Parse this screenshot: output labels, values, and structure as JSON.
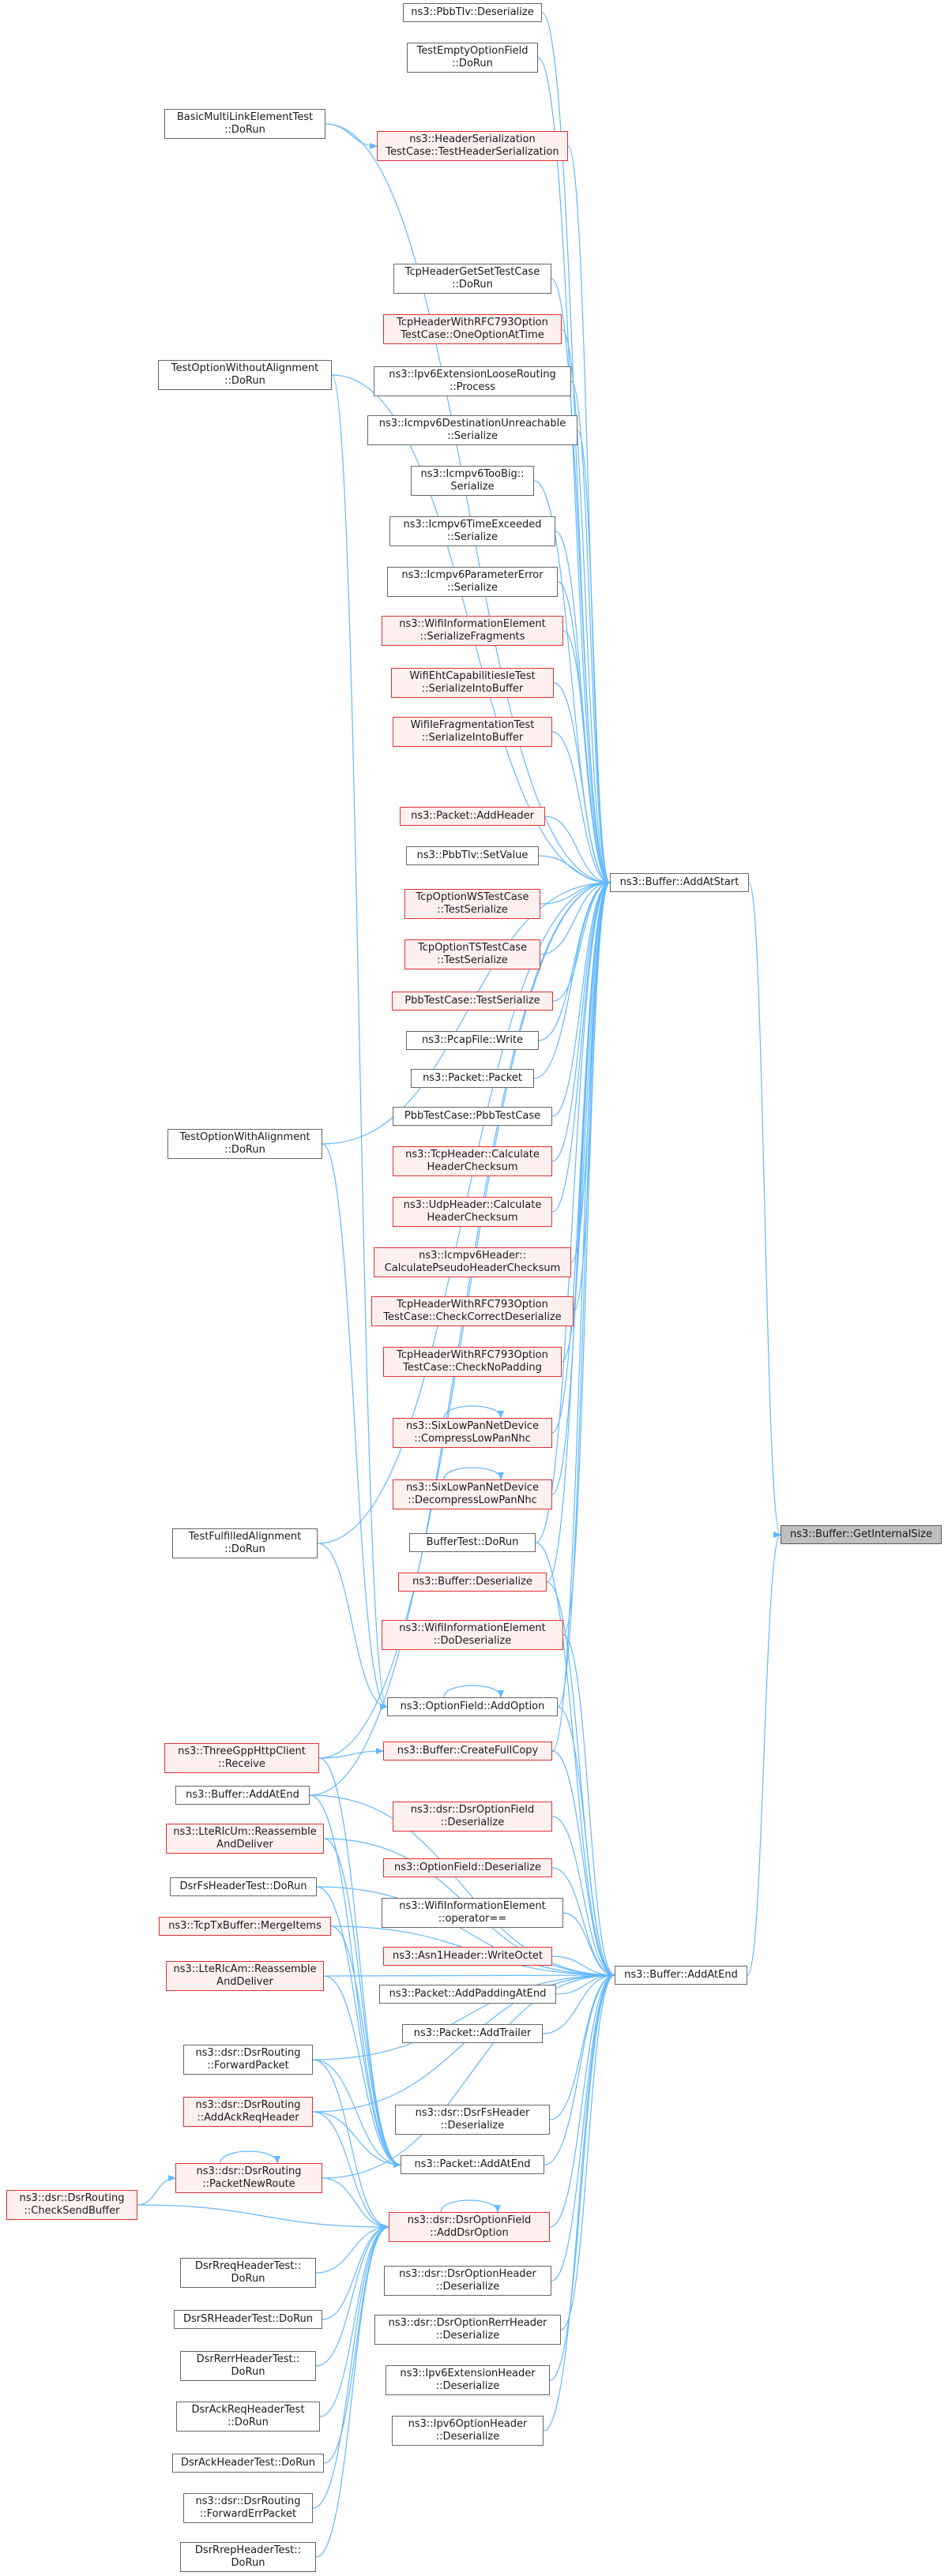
{
  "graph": {
    "edge_color": "#63b8ff",
    "target": {
      "lines": [
        "ns3::Buffer::GetInternalSize"
      ]
    },
    "hubs": {
      "add_at_start": {
        "lines": [
          "ns3::Buffer::AddAtStart"
        ]
      },
      "add_at_end": {
        "lines": [
          "ns3::Buffer::AddAtEnd"
        ]
      }
    },
    "nodes": [
      {
        "id": "pbbtlv-deserialize",
        "lines": [
          "ns3::PbbTlv::Deserialize"
        ],
        "red": false
      },
      {
        "id": "test-empty-option-field",
        "lines": [
          "TestEmptyOptionField",
          "::DoRun"
        ],
        "red": false
      },
      {
        "id": "basic-multilink-element-test",
        "lines": [
          "BasicMultiLinkElementTest",
          "::DoRun"
        ],
        "red": false
      },
      {
        "id": "header-serialization-testcase",
        "lines": [
          "ns3::HeaderSerialization",
          "TestCase::TestHeaderSerialization"
        ],
        "red": true
      },
      {
        "id": "tcp-header-get-set-testcase",
        "lines": [
          "TcpHeaderGetSetTestCase",
          "::DoRun"
        ],
        "red": false
      },
      {
        "id": "tcp-rfc793-one-option",
        "lines": [
          "TcpHeaderWithRFC793Option",
          "TestCase::OneOptionAtTime"
        ],
        "red": true
      },
      {
        "id": "test-option-without-alignment",
        "lines": [
          "TestOptionWithoutAlignment",
          "::DoRun"
        ],
        "red": false
      },
      {
        "id": "ipv6-ext-loose-routing",
        "lines": [
          "ns3::Ipv6ExtensionLooseRouting",
          "::Process"
        ],
        "red": false
      },
      {
        "id": "icmpv6-dest-unreachable",
        "lines": [
          "ns3::Icmpv6DestinationUnreachable",
          "::Serialize"
        ],
        "red": false
      },
      {
        "id": "icmpv6-too-big",
        "lines": [
          "ns3::Icmpv6TooBig::",
          "Serialize"
        ],
        "red": false
      },
      {
        "id": "icmpv6-time-exceeded",
        "lines": [
          "ns3::Icmpv6TimeExceeded",
          "::Serialize"
        ],
        "red": false
      },
      {
        "id": "icmpv6-parameter-error",
        "lines": [
          "ns3::Icmpv6ParameterError",
          "::Serialize"
        ],
        "red": false
      },
      {
        "id": "wifi-info-serialize-fragments",
        "lines": [
          "ns3::WifiInformationElement",
          "::SerializeFragments"
        ],
        "red": true
      },
      {
        "id": "wifi-eht-capabilities-test",
        "lines": [
          "WifiEhtCapabilitiesIeTest",
          "::SerializeIntoBuffer"
        ],
        "red": true
      },
      {
        "id": "wifi-ie-fragmentation-test",
        "lines": [
          "WifiIeFragmentationTest",
          "::SerializeIntoBuffer"
        ],
        "red": true
      },
      {
        "id": "packet-add-header",
        "lines": [
          "ns3::Packet::AddHeader"
        ],
        "red": true
      },
      {
        "id": "pbbtlv-set-value",
        "lines": [
          "ns3::PbbTlv::SetValue"
        ],
        "red": false
      },
      {
        "id": "tcp-option-ws-testcase",
        "lines": [
          "TcpOptionWSTestCase",
          "::TestSerialize"
        ],
        "red": true
      },
      {
        "id": "tcp-option-ts-testcase",
        "lines": [
          "TcpOptionTSTestCase",
          "::TestSerialize"
        ],
        "red": true
      },
      {
        "id": "pbb-testcase-test-serialize",
        "lines": [
          "PbbTestCase::TestSerialize"
        ],
        "red": true
      },
      {
        "id": "pcap-file-write",
        "lines": [
          "ns3::PcapFile::Write"
        ],
        "red": false
      },
      {
        "id": "packet-packet",
        "lines": [
          "ns3::Packet::Packet"
        ],
        "red": false
      },
      {
        "id": "pbb-testcase-ctor",
        "lines": [
          "PbbTestCase::PbbTestCase"
        ],
        "red": false
      },
      {
        "id": "test-option-with-alignment",
        "lines": [
          "TestOptionWithAlignment",
          "::DoRun"
        ],
        "red": false
      },
      {
        "id": "tcp-header-calc-checksum",
        "lines": [
          "ns3::TcpHeader::Calculate",
          "HeaderChecksum"
        ],
        "red": true
      },
      {
        "id": "udp-header-calc-checksum",
        "lines": [
          "ns3::UdpHeader::Calculate",
          "HeaderChecksum"
        ],
        "red": true
      },
      {
        "id": "icmpv6-header-calc-pseudo",
        "lines": [
          "ns3::Icmpv6Header::",
          "CalculatePseudoHeaderChecksum"
        ],
        "red": true
      },
      {
        "id": "tcp-rfc793-check-correct",
        "lines": [
          "TcpHeaderWithRFC793Option",
          "TestCase::CheckCorrectDeserialize"
        ],
        "red": true
      },
      {
        "id": "tcp-rfc793-check-nopadding",
        "lines": [
          "TcpHeaderWithRFC793Option",
          "TestCase::CheckNoPadding"
        ],
        "red": true
      },
      {
        "id": "sixlowpan-compress",
        "lines": [
          "ns3::SixLowPanNetDevice",
          "::CompressLowPanNhc"
        ],
        "red": true
      },
      {
        "id": "sixlowpan-decompress",
        "lines": [
          "ns3::SixLowPanNetDevice",
          "::DecompressLowPanNhc"
        ],
        "red": true
      },
      {
        "id": "test-fulfilled-alignment",
        "lines": [
          "TestFulfilledAlignment",
          "::DoRun"
        ],
        "red": false
      },
      {
        "id": "buffer-test-dorun",
        "lines": [
          "BufferTest::DoRun"
        ],
        "red": false
      },
      {
        "id": "buffer-deserialize",
        "lines": [
          "ns3::Buffer::Deserialize"
        ],
        "red": true
      },
      {
        "id": "wifi-info-do-deserialize",
        "lines": [
          "ns3::WifiInformationElement",
          "::DoDeserialize"
        ],
        "red": true
      },
      {
        "id": "option-field-add-option",
        "lines": [
          "ns3::OptionField::AddOption"
        ],
        "red": false
      },
      {
        "id": "three-gpp-http-client-receive",
        "lines": [
          "ns3::ThreeGppHttpClient",
          "::Receive"
        ],
        "red": true
      },
      {
        "id": "buffer-create-full-copy",
        "lines": [
          "ns3::Buffer::CreateFullCopy"
        ],
        "red": true
      },
      {
        "id": "buffer-add-at-end-small",
        "lines": [
          "ns3::Buffer::AddAtEnd"
        ],
        "red": false
      },
      {
        "id": "dsr-option-field-deserialize",
        "lines": [
          "ns3::dsr::DsrOptionField",
          "::Deserialize"
        ],
        "red": true
      },
      {
        "id": "lte-rlc-um-reassemble",
        "lines": [
          "ns3::LteRlcUm::Reassemble",
          "AndDeliver"
        ],
        "red": true
      },
      {
        "id": "option-field-deserialize",
        "lines": [
          "ns3::OptionField::Deserialize"
        ],
        "red": true
      },
      {
        "id": "dsr-fs-header-test",
        "lines": [
          "DsrFsHeaderTest::DoRun"
        ],
        "red": false
      },
      {
        "id": "wifi-info-operator-eq",
        "lines": [
          "ns3::WifiInformationElement",
          "::operator=="
        ],
        "red": false
      },
      {
        "id": "tcp-tx-buffer-merge",
        "lines": [
          "ns3::TcpTxBuffer::MergeItems"
        ],
        "red": true
      },
      {
        "id": "asn1-header-write-octet",
        "lines": [
          "ns3::Asn1Header::WriteOctet"
        ],
        "red": true
      },
      {
        "id": "lte-rlc-am-reassemble",
        "lines": [
          "ns3::LteRlcAm::Reassemble",
          "AndDeliver"
        ],
        "red": true
      },
      {
        "id": "packet-add-padding-at-end",
        "lines": [
          "ns3::Packet::AddPaddingAtEnd"
        ],
        "red": false
      },
      {
        "id": "packet-add-trailer",
        "lines": [
          "ns3::Packet::AddTrailer"
        ],
        "red": false
      },
      {
        "id": "dsr-routing-forward-packet",
        "lines": [
          "ns3::dsr::DsrRouting",
          "::ForwardPacket"
        ],
        "red": false
      },
      {
        "id": "dsr-routing-add-ack-req",
        "lines": [
          "ns3::dsr::DsrRouting",
          "::AddAckReqHeader"
        ],
        "red": true
      },
      {
        "id": "dsr-fs-header-deserialize",
        "lines": [
          "ns3::dsr::DsrFsHeader",
          "::Deserialize"
        ],
        "red": false
      },
      {
        "id": "packet-add-at-end",
        "lines": [
          "ns3::Packet::AddAtEnd"
        ],
        "red": false
      },
      {
        "id": "dsr-routing-packet-new-route",
        "lines": [
          "ns3::dsr::DsrRouting",
          "::PacketNewRoute"
        ],
        "red": true
      },
      {
        "id": "dsr-routing-check-send-buffer",
        "lines": [
          "ns3::dsr::DsrRouting",
          "::CheckSendBuffer"
        ],
        "red": true
      },
      {
        "id": "dsr-option-field-add-dsr-option",
        "lines": [
          "ns3::dsr::DsrOptionField",
          "::AddDsrOption"
        ],
        "red": true
      },
      {
        "id": "dsr-rreq-header-test",
        "lines": [
          "DsrRreqHeaderTest::",
          "DoRun"
        ],
        "red": false
      },
      {
        "id": "dsr-option-header-deserialize",
        "lines": [
          "ns3::dsr::DsrOptionHeader",
          "::Deserialize"
        ],
        "red": false
      },
      {
        "id": "dsr-sr-header-test",
        "lines": [
          "DsrSRHeaderTest::DoRun"
        ],
        "red": false
      },
      {
        "id": "dsr-option-rerr-header-deserialize",
        "lines": [
          "ns3::dsr::DsrOptionRerrHeader",
          "::Deserialize"
        ],
        "red": false
      },
      {
        "id": "dsr-rerr-header-test",
        "lines": [
          "DsrRerrHeaderTest::",
          "DoRun"
        ],
        "red": false
      },
      {
        "id": "ipv6-extension-header-deserialize",
        "lines": [
          "ns3::Ipv6ExtensionHeader",
          "::Deserialize"
        ],
        "red": false
      },
      {
        "id": "dsr-ack-req-header-test",
        "lines": [
          "DsrAckReqHeaderTest",
          "::DoRun"
        ],
        "red": false
      },
      {
        "id": "ipv6-option-header-deserialize",
        "lines": [
          "ns3::Ipv6OptionHeader",
          "::Deserialize"
        ],
        "red": false
      },
      {
        "id": "dsr-ack-header-test",
        "lines": [
          "DsrAckHeaderTest::DoRun"
        ],
        "red": false
      },
      {
        "id": "dsr-routing-forward-err-packet",
        "lines": [
          "ns3::dsr::DsrRouting",
          "::ForwardErrPacket"
        ],
        "red": false
      },
      {
        "id": "dsr-rrep-header-test",
        "lines": [
          "DsrRrepHeaderTest::",
          "DoRun"
        ],
        "red": false
      }
    ]
  }
}
